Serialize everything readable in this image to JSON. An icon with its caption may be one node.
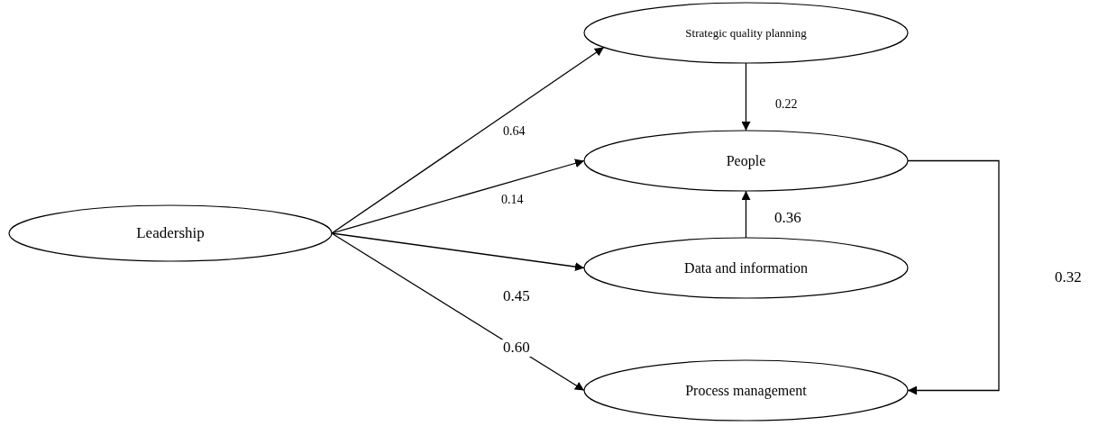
{
  "diagram": {
    "nodes": [
      {
        "text": [
          "Leadership"
        ]
      },
      {
        "text": [
          "Strategic quality planning"
        ]
      },
      {
        "text": [
          "People"
        ]
      },
      {
        "text": [
          "Data and information"
        ]
      },
      {
        "text": [
          "Process management"
        ]
      }
    ],
    "edges": [
      {
        "from": 0,
        "to": 1,
        "arrow": "to",
        "label": "0.64"
      },
      {
        "from": 0,
        "to": 2,
        "arrow": "to",
        "label": "0.14"
      },
      {
        "from": 0,
        "to": 3,
        "arrow": "to",
        "label": "0.45"
      },
      {
        "from": 0,
        "to": 4,
        "arrow": "to",
        "label": "0.60"
      },
      {
        "from": 1,
        "to": 2,
        "arrow": "to",
        "label": "0.22"
      },
      {
        "from": 3,
        "to": 2,
        "arrow": "to",
        "label": "0.36"
      },
      {
        "from": 2,
        "to": 4,
        "arrow": "to",
        "label": "0.32"
      }
    ]
  }
}
